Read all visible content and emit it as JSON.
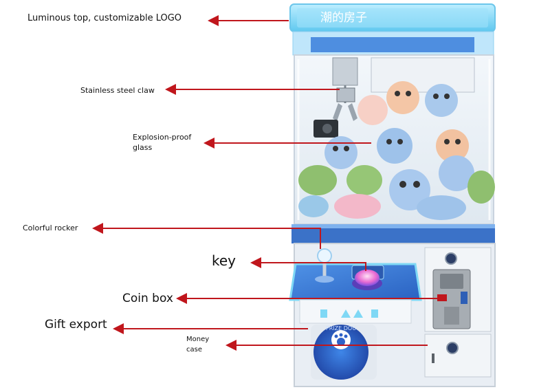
{
  "labels": {
    "luminous_top": "Luminous top, customizable LOGO",
    "claw": "Stainless steel claw",
    "glass_line1": "Explosion-proof",
    "glass_line2": "glass",
    "rocker": "Colorful rocker",
    "key": "key",
    "coin_box": "Coin box",
    "gift_export": "Gift export",
    "money_line1": "Money",
    "money_line2": "case"
  },
  "machine": {
    "logo_text": "潮的房子",
    "gift_door_text": "PRIZE DOU"
  },
  "colors": {
    "arrow": "#c0161c",
    "cabinet": "#e9eef4",
    "glow": "#7fd8f5",
    "panel": "#3b7fd8",
    "door": "#2f62c8"
  }
}
